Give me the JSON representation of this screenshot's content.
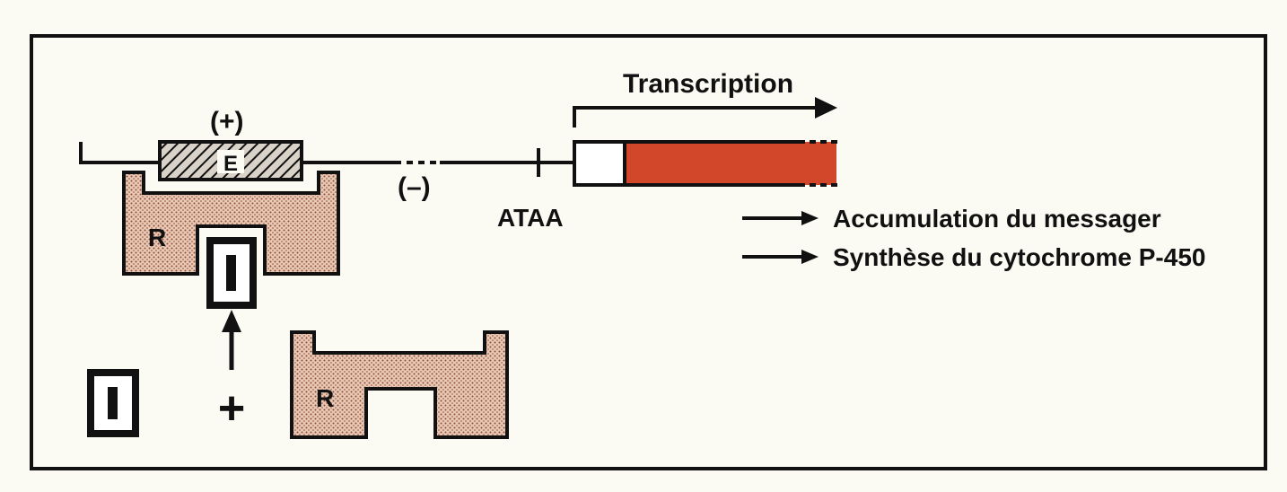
{
  "diagram": {
    "transcription_label": "Transcription",
    "positive_label": "(+)",
    "negative_label": "(–)",
    "enhancer_label": "E",
    "tata_label": "ATAA",
    "repressor_label": "R",
    "inducer_label": "I",
    "plus_sign": "+",
    "outcomes": [
      "Accumulation du messager",
      "Synthèse du cytochrome P-450"
    ]
  },
  "colors": {
    "ink": "#111111",
    "paper": "#fbfaf3",
    "repressor_fill": "#e9c9b3",
    "repressor_dots": "#8a4a3a",
    "transcript": "#d2462a",
    "enhancer_fill": "#d8d2c8"
  }
}
